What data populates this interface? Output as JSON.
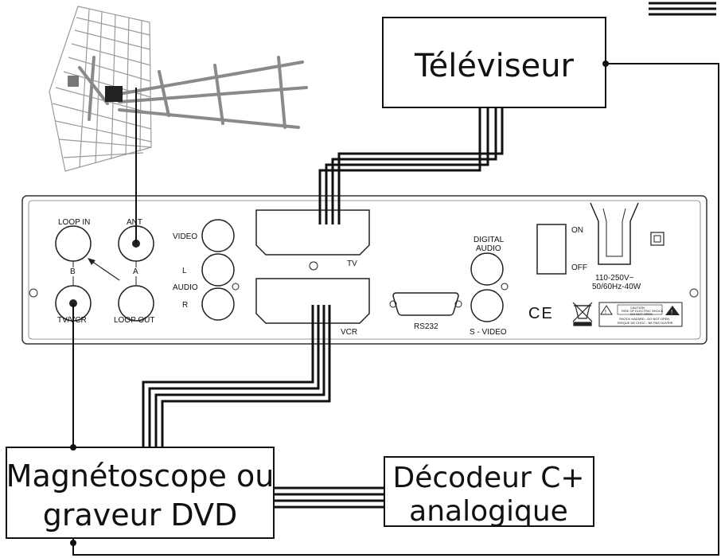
{
  "boxes": {
    "tv": "Téléviseur",
    "vcr_line1": "Magnétoscope ou",
    "vcr_line2": "graveur DVD",
    "decoder_line1": "Décodeur C+",
    "decoder_line2": "analogique"
  },
  "panel": {
    "loop_in": "LOOP IN",
    "ant": "ANT",
    "b": "B",
    "a": "A",
    "tv_vcr": "TV/VCR",
    "loop_out": "LOOP OUT",
    "video": "VIDEO",
    "l": "L",
    "audio": "AUDIO",
    "r": "R",
    "tv": "TV",
    "vcr": "VCR",
    "rs232": "RS232",
    "digital": "DIGITAL",
    "digital_audio": "AUDIO",
    "s_video": "S - VIDEO",
    "on": "ON",
    "off": "OFF",
    "power_line1": "110-250V~",
    "power_line2": "50/60Hz-40W",
    "ce": "CE",
    "caution_title": "CAUTION",
    "caution_line1": "RISK OF ELECTRIC SHOCK",
    "caution_line2": "DO NOT OPEN",
    "caution_line3": "SHOCK HAZARD - DO NOT OPEN",
    "caution_line4": "RISQUE DE CHOC - NE PAS OUVRIR"
  }
}
